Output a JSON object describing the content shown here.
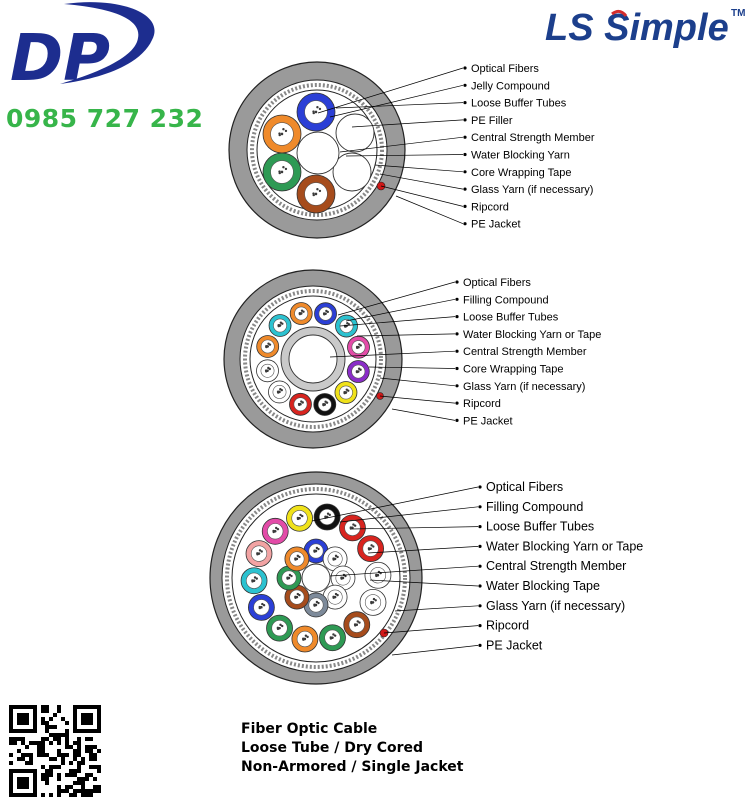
{
  "brand": {
    "logo_text": "DP",
    "phone": "0985 727 232",
    "partner_logo": "LS Simple",
    "partner_tm": "TM"
  },
  "diagrams": [
    {
      "id": "d1",
      "labels": [
        "Optical Fibers",
        "Jelly Compound",
        "Loose Buffer Tubes",
        "PE Filler",
        "Central Strength Member",
        "Water Blocking Yarn",
        "Core Wrapping Tape",
        "Glass Yarn (if necessary)",
        "Ripcord",
        "PE Jacket"
      ]
    },
    {
      "id": "d2",
      "labels": [
        "Optical Fibers",
        "Filling Compound",
        "Loose Buffer Tubes",
        "Water Blocking Yarn or Tape",
        "Central Strength Member",
        "Core Wrapping Tape",
        "Glass Yarn (if necessary)",
        "Ripcord",
        "PE Jacket"
      ]
    },
    {
      "id": "d3",
      "labels": [
        "Optical Fibers",
        "Filling Compound",
        "Loose Buffer Tubes",
        "Water Blocking Yarn or Tape",
        "Central Strength Member",
        "Water Blocking Tape",
        "Glass Yarn (if necessary)",
        "Ripcord",
        "PE Jacket"
      ]
    }
  ],
  "caption": {
    "line1": "Fiber Optic Cable",
    "line2": "Loose Tube / Dry Cored",
    "line3": "Non-Armored / Single Jacket"
  },
  "colors": {
    "blue": "#2b3fd6",
    "orange": "#ef8a2b",
    "green": "#2e9a54",
    "brown": "#a64c1c",
    "slate": "#7d8a9a",
    "yellow": "#f0e21a",
    "red": "#d8241f",
    "black": "#111111",
    "white": "#ffffff",
    "aqua": "#2cc2d0",
    "pink": "#e34ba8",
    "violet": "#8a2dc8",
    "rose": "#f2a3a3",
    "jacket": "#9a9a9a",
    "ripcord": "#d01818",
    "dp_blue": "#1d2d8f",
    "phone_green": "#37b54a",
    "ls_blue": "#1c3f8c",
    "ls_red": "#d42c2c"
  }
}
